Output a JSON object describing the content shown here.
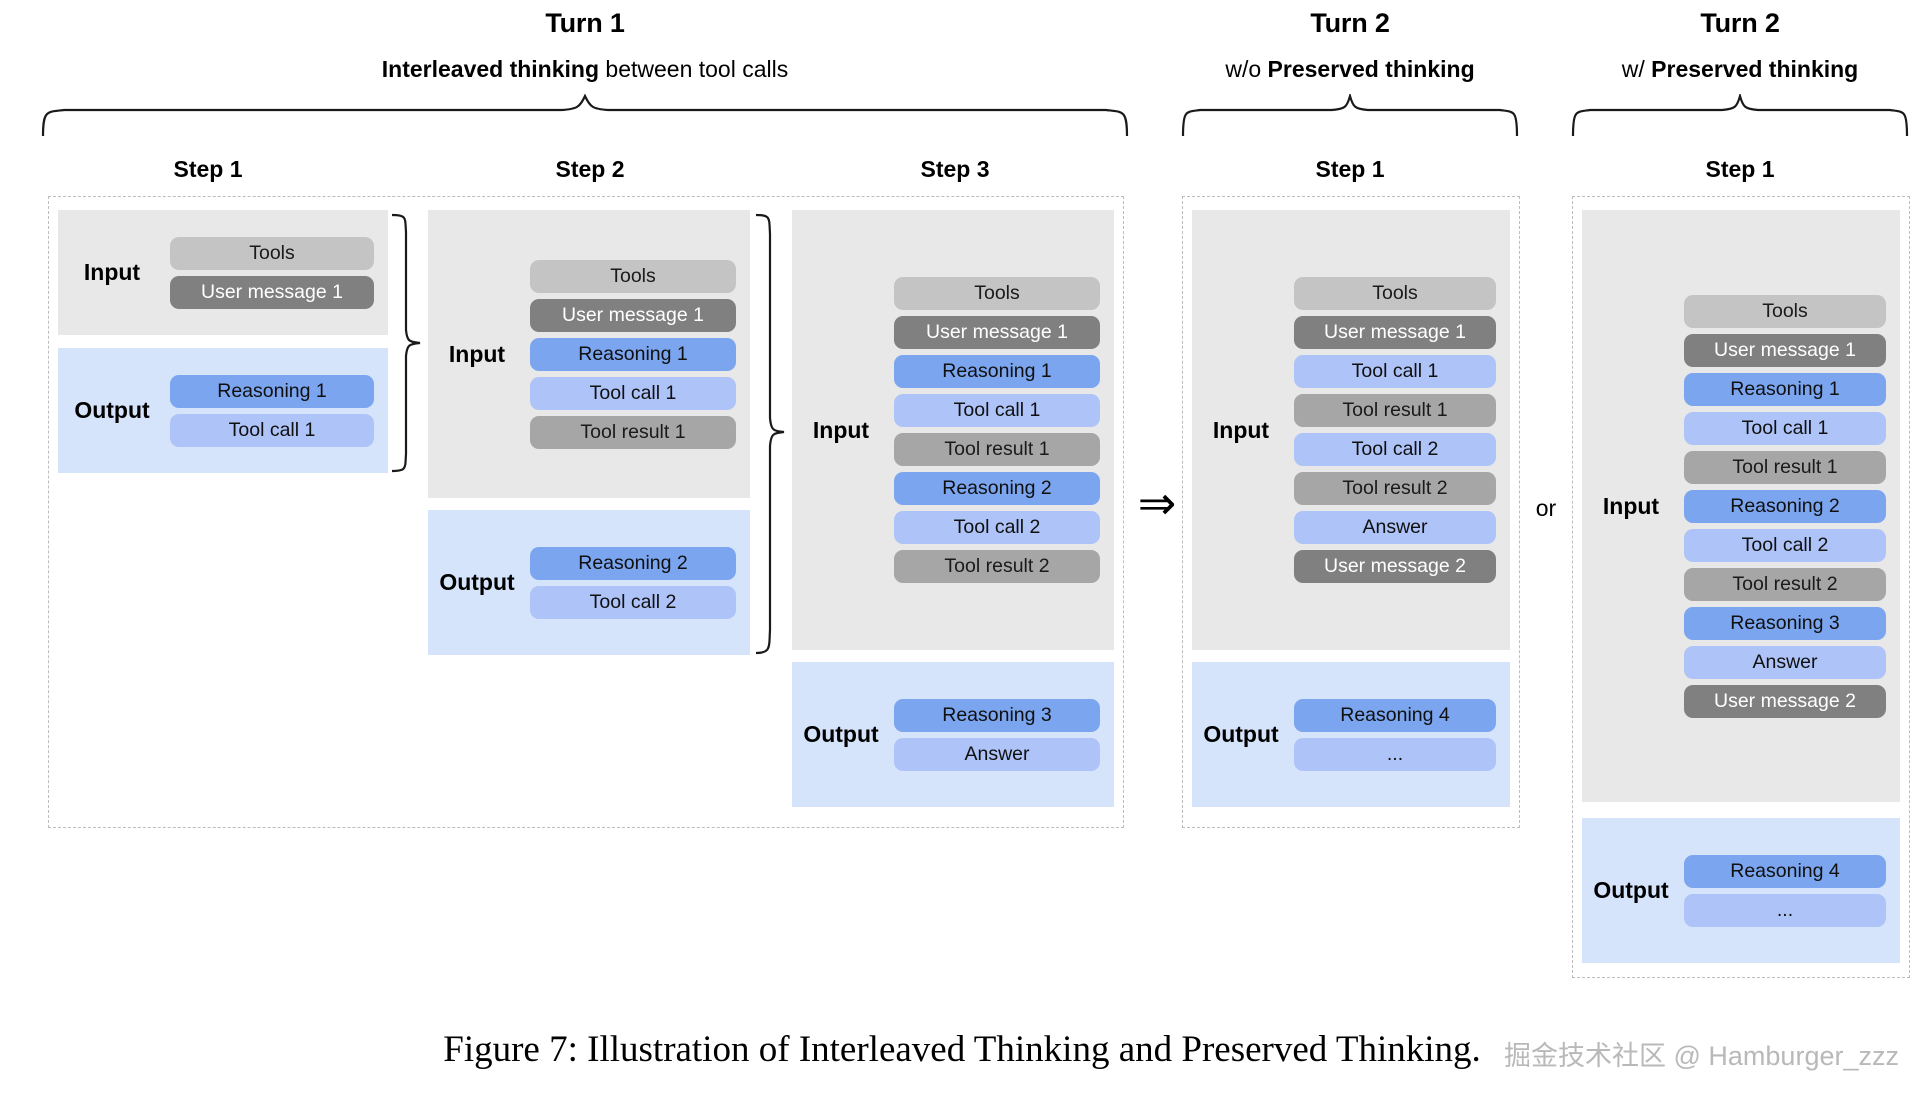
{
  "columns": [
    {
      "id": "turn1-step1",
      "turn_title": "Turn 1",
      "turn_sub_prefix": "Interleaved thinking",
      "turn_sub_suffix": " between tool calls",
      "step_title": "Step 1",
      "input_label": "Input",
      "output_label": "Output",
      "input_items": [
        {
          "text": "Tools",
          "kind": "tools"
        },
        {
          "text": "User message 1",
          "kind": "usermsg"
        }
      ],
      "output_items": [
        {
          "text": "Reasoning 1",
          "kind": "reasoning"
        },
        {
          "text": "Tool call 1",
          "kind": "toolcall"
        }
      ]
    },
    {
      "id": "turn1-step2",
      "step_title": "Step 2",
      "input_label": "Input",
      "output_label": "Output",
      "input_items": [
        {
          "text": "Tools",
          "kind": "tools"
        },
        {
          "text": "User message 1",
          "kind": "usermsg"
        },
        {
          "text": "Reasoning 1",
          "kind": "reasoning"
        },
        {
          "text": "Tool call 1",
          "kind": "toolcall"
        },
        {
          "text": "Tool result 1",
          "kind": "toolresult"
        }
      ],
      "output_items": [
        {
          "text": "Reasoning 2",
          "kind": "reasoning"
        },
        {
          "text": "Tool call 2",
          "kind": "toolcall"
        }
      ]
    },
    {
      "id": "turn1-step3",
      "step_title": "Step 3",
      "input_label": "Input",
      "output_label": "Output",
      "input_items": [
        {
          "text": "Tools",
          "kind": "tools"
        },
        {
          "text": "User message 1",
          "kind": "usermsg"
        },
        {
          "text": "Reasoning 1",
          "kind": "reasoning"
        },
        {
          "text": "Tool call 1",
          "kind": "toolcall"
        },
        {
          "text": "Tool result 1",
          "kind": "toolresult"
        },
        {
          "text": "Reasoning 2",
          "kind": "reasoning"
        },
        {
          "text": "Tool call 2",
          "kind": "toolcall"
        },
        {
          "text": "Tool result 2",
          "kind": "toolresult"
        }
      ],
      "output_items": [
        {
          "text": "Reasoning 3",
          "kind": "reasoning"
        },
        {
          "text": "Answer",
          "kind": "answer"
        }
      ]
    },
    {
      "id": "turn2-without",
      "turn_title": "Turn 2",
      "turn_sub_prefix": "w/o ",
      "turn_sub_bold": "Preserved thinking",
      "step_title": "Step 1",
      "input_label": "Input",
      "output_label": "Output",
      "input_items": [
        {
          "text": "Tools",
          "kind": "tools"
        },
        {
          "text": "User message 1",
          "kind": "usermsg"
        },
        {
          "text": "Tool call 1",
          "kind": "toolcall"
        },
        {
          "text": "Tool result 1",
          "kind": "toolresult"
        },
        {
          "text": "Tool call 2",
          "kind": "toolcall"
        },
        {
          "text": "Tool result 2",
          "kind": "toolresult"
        },
        {
          "text": "Answer",
          "kind": "answer"
        },
        {
          "text": "User message 2",
          "kind": "usermsg"
        }
      ],
      "output_items": [
        {
          "text": "Reasoning 4",
          "kind": "reasoning"
        },
        {
          "text": "...",
          "kind": "ellipsis"
        }
      ]
    },
    {
      "id": "turn2-with",
      "turn_title": "Turn 2",
      "turn_sub_prefix": "w/ ",
      "turn_sub_bold": "Preserved thinking",
      "step_title": "Step 1",
      "input_label": "Input",
      "output_label": "Output",
      "input_items": [
        {
          "text": "Tools",
          "kind": "tools"
        },
        {
          "text": "User message 1",
          "kind": "usermsg"
        },
        {
          "text": "Reasoning 1",
          "kind": "reasoning"
        },
        {
          "text": "Tool call 1",
          "kind": "toolcall"
        },
        {
          "text": "Tool result 1",
          "kind": "toolresult"
        },
        {
          "text": "Reasoning 2",
          "kind": "reasoning"
        },
        {
          "text": "Tool call 2",
          "kind": "toolcall"
        },
        {
          "text": "Tool result 2",
          "kind": "toolresult"
        },
        {
          "text": "Reasoning 3",
          "kind": "reasoning"
        },
        {
          "text": "Answer",
          "kind": "answer"
        },
        {
          "text": "User message 2",
          "kind": "usermsg"
        }
      ],
      "output_items": [
        {
          "text": "Reasoning 4",
          "kind": "reasoning"
        },
        {
          "text": "...",
          "kind": "ellipsis"
        }
      ]
    }
  ],
  "connectors": {
    "arrow_glyph": "⇒",
    "or_label": "or"
  },
  "caption": "Figure 7: Illustration of Interleaved Thinking and Preserved Thinking.",
  "watermark": "掘金技术社区 @ Hamburger_zzz",
  "colors": {
    "tools": "#c4c4c4",
    "usermsg": "#808080",
    "reasoning": "#7ba5ef",
    "toolcall": "#aec3f7",
    "toolresult": "#a6a6a6",
    "input_panel": "#e8e8e8",
    "output_panel": "#d6e4fb",
    "frame_border": "#bdbdbd"
  }
}
